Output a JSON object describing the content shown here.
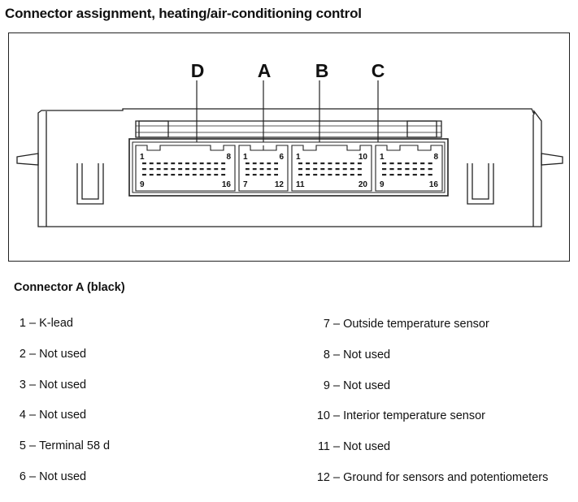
{
  "title": "Connector assignment, heating/air-conditioning control",
  "diagram": {
    "connectors": [
      {
        "letter": "D",
        "pin_top_left": "1",
        "pin_top_right": "8",
        "pin_bottom_left": "9",
        "pin_bottom_right": "16"
      },
      {
        "letter": "A",
        "pin_top_left": "1",
        "pin_top_right": "6",
        "pin_bottom_left": "7",
        "pin_bottom_right": "12"
      },
      {
        "letter": "B",
        "pin_top_left": "1",
        "pin_top_right": "10",
        "pin_bottom_left": "11",
        "pin_bottom_right": "20"
      },
      {
        "letter": "C",
        "pin_top_left": "1",
        "pin_top_right": "8",
        "pin_bottom_left": "9",
        "pin_bottom_right": "16"
      }
    ]
  },
  "section_heading": "Connector A (black)",
  "pins_left": [
    {
      "number": "1",
      "description": "K-lead"
    },
    {
      "number": "2",
      "description": "Not used"
    },
    {
      "number": "3",
      "description": "Not used"
    },
    {
      "number": "4",
      "description": "Not used"
    },
    {
      "number": "5",
      "description": "Terminal 58 d"
    },
    {
      "number": "6",
      "description": "Not used"
    }
  ],
  "pins_right": [
    {
      "number": "7",
      "description": "Outside temperature sensor"
    },
    {
      "number": "8",
      "description": "Not used"
    },
    {
      "number": "9",
      "description": "Not used"
    },
    {
      "number": "10",
      "description": "Interior temperature sensor"
    },
    {
      "number": "11",
      "description": "Not used"
    },
    {
      "number": "12",
      "description": "Ground for sensors and potentiometers"
    }
  ],
  "separator": "–"
}
